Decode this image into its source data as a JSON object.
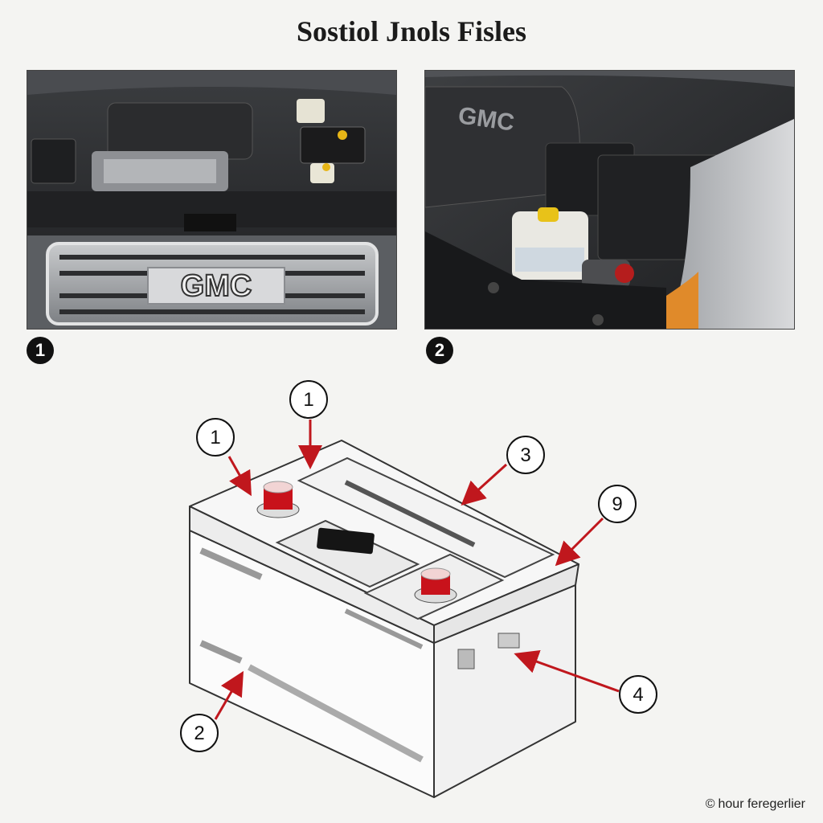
{
  "title": "Sostiol Jnols Fisles",
  "photos": [
    {
      "number": "1",
      "badge_text": "GMC"
    },
    {
      "number": "2",
      "badge_text": "GMC"
    }
  ],
  "battery_callouts": [
    "1",
    "1",
    "3",
    "9",
    "2",
    "4"
  ],
  "footer": {
    "symbol": "©",
    "text": "hour feregerlier"
  },
  "colors": {
    "arrow": "#c0171d",
    "terminal": "#c8121b",
    "background": "#f4f4f2"
  }
}
